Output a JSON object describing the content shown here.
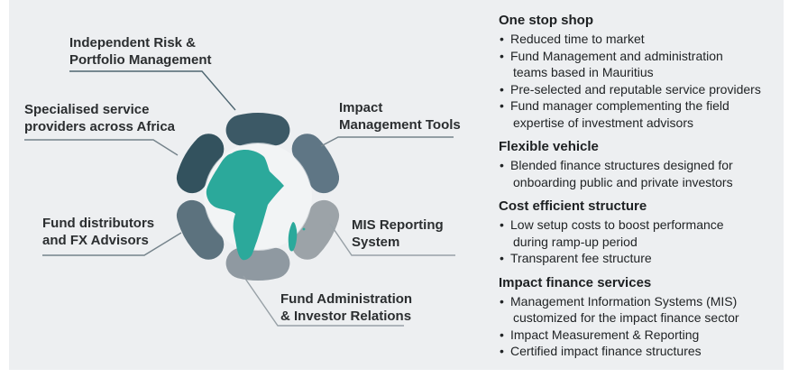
{
  "diagram": {
    "center_icon": "africa-map",
    "africa_color": "#2BA99B",
    "inner_circle_color": "#f5f7f8",
    "background_color": "#edeff1",
    "segments": {
      "top": {
        "color": "#3C5966"
      },
      "upper_right": {
        "color": "#5F7685"
      },
      "lower_right": {
        "color": "#9CA3A8"
      },
      "bottom": {
        "color": "#8F99A1"
      },
      "lower_left": {
        "color": "#5C727E"
      },
      "upper_left": {
        "color": "#33525E"
      }
    },
    "labels": {
      "independent": {
        "lines": [
          "Independent Risk &",
          "Portfolio Management"
        ]
      },
      "specialised": {
        "lines": [
          "Specialised service",
          "providers across Africa"
        ]
      },
      "fund_distributors": {
        "lines": [
          "Fund distributors",
          "and FX Advisors"
        ]
      },
      "impact_tools": {
        "lines": [
          "Impact",
          "Management Tools"
        ]
      },
      "mis_reporting": {
        "lines": [
          "MIS Reporting",
          "System"
        ]
      },
      "fund_admin": {
        "lines": [
          "Fund Administration",
          "& Investor Relations"
        ]
      }
    },
    "connector_colors": {
      "dark": "#4E6671",
      "mid": "#75838B",
      "light": "#98A1A7"
    }
  },
  "panel": {
    "sections": [
      {
        "title": "One stop shop",
        "bullets": [
          [
            "Reduced time to market"
          ],
          [
            "Fund Management and administration",
            "teams based in Mauritius"
          ],
          [
            "Pre-selected and reputable service providers"
          ],
          [
            "Fund manager complementing the field",
            "expertise of investment advisors"
          ]
        ]
      },
      {
        "title": "Flexible vehicle",
        "bullets": [
          [
            "Blended finance structures designed for",
            "onboarding public and private investors"
          ]
        ]
      },
      {
        "title": "Cost efficient structure",
        "bullets": [
          [
            "Low setup costs to boost performance",
            "during ramp-up period"
          ],
          [
            "Transparent fee structure"
          ]
        ]
      },
      {
        "title": "Impact finance services",
        "bullets": [
          [
            "Management Information Systems (MIS)",
            "customized for the impact finance sector"
          ],
          [
            "Impact Measurement & Reporting"
          ],
          [
            "Certified impact finance structures"
          ]
        ]
      }
    ]
  }
}
